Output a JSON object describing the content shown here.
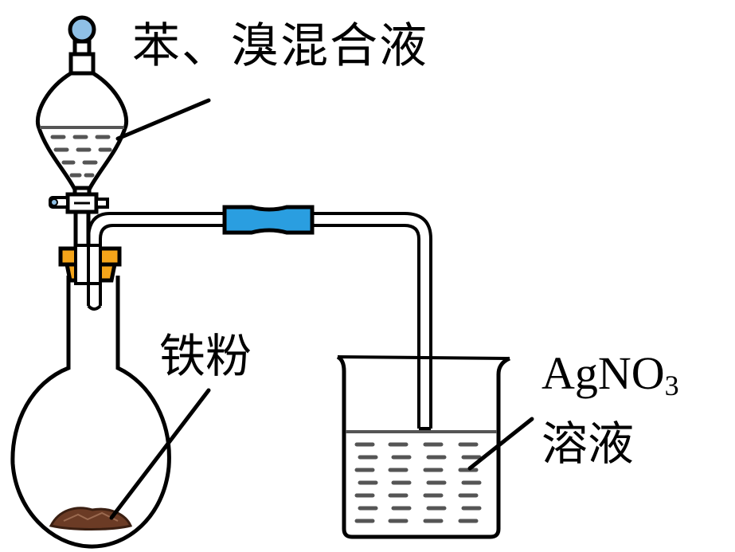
{
  "labels": {
    "funnel_liquid": "苯、溴混合液",
    "iron_powder": "铁粉",
    "silver_nitrate_formula": "AgNO",
    "silver_nitrate_subscript": "3",
    "solution_word": "溶液"
  },
  "colors": {
    "stopper_knob": "#8fc0e6",
    "rubber_stopper": "#f5a51a",
    "connector_tube": "#2a9ee0",
    "iron_powder": "#6b3b25",
    "outline": "#000000",
    "liquid_dash": "#555555"
  }
}
